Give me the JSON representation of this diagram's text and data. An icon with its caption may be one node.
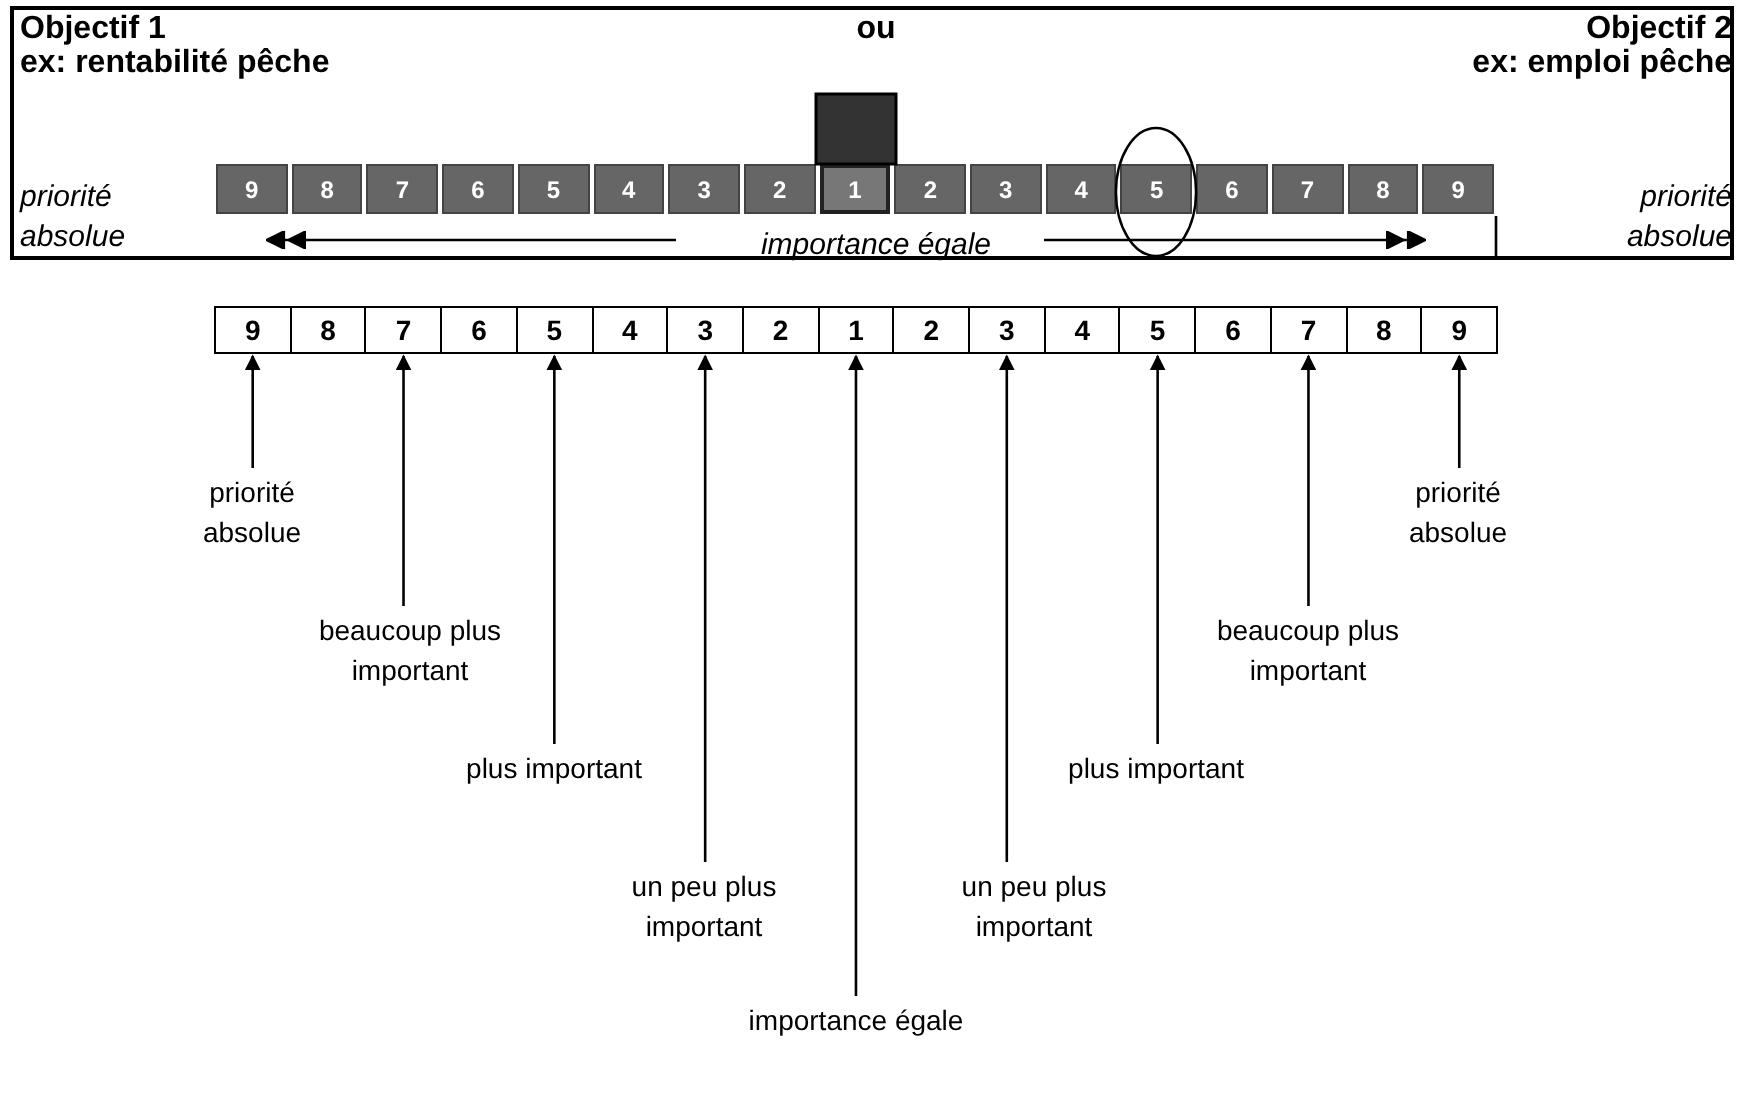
{
  "diagram": {
    "nodes": [
      {
        "text": [
          "Objectif 1",
          "ex: rentabilité pêche",
          "ou",
          "Objectif 2",
          "ex: emploi pêche",
          "priorité absolue",
          "importance égale",
          "priorité absolue"
        ]
      },
      {
        "text": [
          "9"
        ],
        "in": 0
      },
      {
        "text": [
          "8"
        ],
        "in": 0
      },
      {
        "text": [
          "7"
        ],
        "in": 0
      },
      {
        "text": [
          "6"
        ],
        "in": 0
      },
      {
        "text": [
          "5"
        ],
        "in": 0
      },
      {
        "text": [
          "4"
        ],
        "in": 0
      },
      {
        "text": [
          "3"
        ],
        "in": 0
      },
      {
        "text": [
          "2"
        ],
        "in": 0
      },
      {
        "text": [
          "1"
        ],
        "in": 0
      },
      {
        "text": [
          "2"
        ],
        "in": 0
      },
      {
        "text": [
          "3"
        ],
        "in": 0
      },
      {
        "text": [
          "4"
        ],
        "in": 0
      },
      {
        "text": [
          "5"
        ],
        "in": 0
      },
      {
        "text": [
          "6"
        ],
        "in": 0
      },
      {
        "text": [
          "7"
        ],
        "in": 0
      },
      {
        "text": [
          "8"
        ],
        "in": 0
      },
      {
        "text": [
          "9"
        ],
        "in": 0
      },
      {
        "text": [
          "9"
        ]
      },
      {
        "text": [
          "8"
        ]
      },
      {
        "text": [
          "7"
        ]
      },
      {
        "text": [
          "6"
        ]
      },
      {
        "text": [
          "5"
        ]
      },
      {
        "text": [
          "4"
        ]
      },
      {
        "text": [
          "3"
        ]
      },
      {
        "text": [
          "2"
        ]
      },
      {
        "text": [
          "1"
        ]
      },
      {
        "text": [
          "2"
        ]
      },
      {
        "text": [
          "3"
        ]
      },
      {
        "text": [
          "4"
        ]
      },
      {
        "text": [
          "5"
        ]
      },
      {
        "text": [
          "6"
        ]
      },
      {
        "text": [
          "7"
        ]
      },
      {
        "text": [
          "8"
        ]
      },
      {
        "text": [
          "9"
        ]
      },
      {
        "text": [
          "priorité absolue"
        ]
      },
      {
        "text": [
          "beaucoup plus important"
        ]
      },
      {
        "text": [
          "plus important"
        ]
      },
      {
        "text": [
          "un peu plus important"
        ]
      },
      {
        "text": [
          "importance égale"
        ]
      },
      {
        "text": [
          "un peu plus important"
        ]
      },
      {
        "text": [
          "plus important"
        ]
      },
      {
        "text": [
          "beaucoup plus important"
        ]
      },
      {
        "text": [
          "priorité absolue"
        ]
      }
    ],
    "edges": [
      {
        "from": 35,
        "to": 18,
        "arrow": "to"
      },
      {
        "from": 36,
        "to": 20,
        "arrow": "to"
      },
      {
        "from": 37,
        "to": 22,
        "arrow": "to"
      },
      {
        "from": 38,
        "to": 24,
        "arrow": "to"
      },
      {
        "from": 39,
        "to": 26,
        "arrow": "to"
      },
      {
        "from": 40,
        "to": 28,
        "arrow": "to"
      },
      {
        "from": 41,
        "to": 30,
        "arrow": "to"
      },
      {
        "from": 42,
        "to": 32,
        "arrow": "to"
      },
      {
        "from": 43,
        "to": 34,
        "arrow": "to"
      }
    ]
  }
}
